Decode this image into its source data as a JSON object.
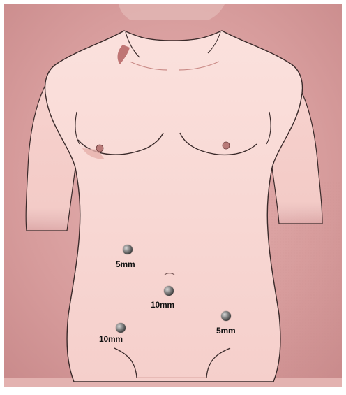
{
  "image": {
    "subject": "torso-illustration",
    "colors": {
      "background": "#d9a0a0",
      "background_dark": "#c98a8a",
      "skin": "#f7d4d0",
      "skin_shadow": "#e8b7b2",
      "outline": "#3a2a2a",
      "nipple": "#b97a78"
    }
  },
  "ports": [
    {
      "label": "5mm",
      "icon": "trocar-port-icon"
    },
    {
      "label": "10mm",
      "icon": "trocar-port-icon"
    },
    {
      "label": "10mm",
      "icon": "trocar-port-icon"
    },
    {
      "label": "5mm",
      "icon": "trocar-port-icon"
    }
  ]
}
